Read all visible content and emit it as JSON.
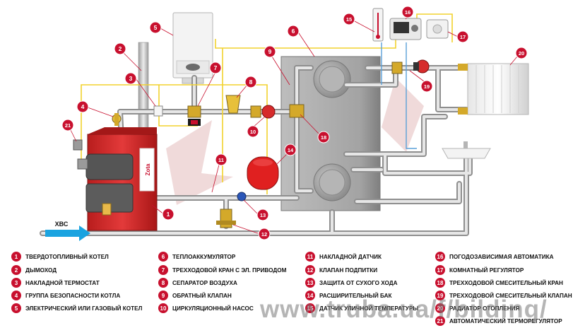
{
  "colors": {
    "marker": "#c8102e",
    "pipe": "#c9c9c9",
    "pipe_edge": "#8f8f8f",
    "signal_wire": "#f2d22e",
    "sensor_wire": "#5aa0d8",
    "boiler": "#d62b2b",
    "tank": "#a6a6a6",
    "expansion_tank": "#e02020",
    "flow_arrow": "#1aa3e0"
  },
  "labels": {
    "flow_in": "ХВС",
    "logo_text": "Zota",
    "watermark": "www.truba.ua/f/bilding/"
  },
  "markers": [
    "1",
    "2",
    "3",
    "4",
    "5",
    "6",
    "7",
    "8",
    "9",
    "10",
    "11",
    "12",
    "13",
    "14",
    "15",
    "16",
    "17",
    "18",
    "19",
    "20",
    "21"
  ],
  "legend": [
    {
      "num": "1",
      "label": "ТВЕРДОТОПЛИВНЫЙ КОТЕЛ"
    },
    {
      "num": "2",
      "label": "ДЫМОХОД"
    },
    {
      "num": "3",
      "label": "НАКЛАДНОЙ ТЕРМОСТАТ"
    },
    {
      "num": "4",
      "label": "ГРУППА БЕЗОПАСНОСТИ КОТЛА"
    },
    {
      "num": "5",
      "label": "ЭЛЕКТРИЧЕСКИЙ ИЛИ ГАЗОВЫЙ КОТЕЛ"
    },
    {
      "num": "6",
      "label": "ТЕПЛОАККУМУЛЯТОР"
    },
    {
      "num": "7",
      "label": "ТРЕХХОДОВОЙ КРАН С ЭЛ. ПРИВОДОМ"
    },
    {
      "num": "8",
      "label": "СЕПАРАТОР ВОЗДУХА"
    },
    {
      "num": "9",
      "label": "ОБРАТНЫЙ КЛАПАН"
    },
    {
      "num": "10",
      "label": "ЦИРКУЛЯЦИОННЫЙ НАСОС"
    },
    {
      "num": "11",
      "label": "НАКЛАДНОЙ ДАТЧИК"
    },
    {
      "num": "12",
      "label": "КЛАПАН ПОДПИТКИ"
    },
    {
      "num": "13",
      "label": "ЗАЩИТА ОТ СУХОГО ХОДА"
    },
    {
      "num": "14",
      "label": "РАСШИРИТЕЛЬНЫЙ БАК"
    },
    {
      "num": "15",
      "label": "ДАТЧИК УЛИЧНОЙ ТЕМПЕРАТУРЫ"
    },
    {
      "num": "16",
      "label": "ПОГОДОЗАВИСИМАЯ АВТОМАТИКА"
    },
    {
      "num": "17",
      "label": "КОМНАТНЫЙ РЕГУЛЯТОР"
    },
    {
      "num": "18",
      "label": "ТРЕХХОДОВОЙ СМЕСИТЕЛЬНЫЙ КРАН"
    },
    {
      "num": "19",
      "label": "ТРЕХХОДОВОЙ СМЕСИТЕЛЬНЫЙ КЛАПАН"
    },
    {
      "num": "20",
      "label": "РАДИАТОР ОТОПЛЕНИЯ"
    },
    {
      "num": "21",
      "label": "АВТОМАТИЧЕСКИЙ ТЕРМОРЕГУЛЯТОР"
    }
  ]
}
